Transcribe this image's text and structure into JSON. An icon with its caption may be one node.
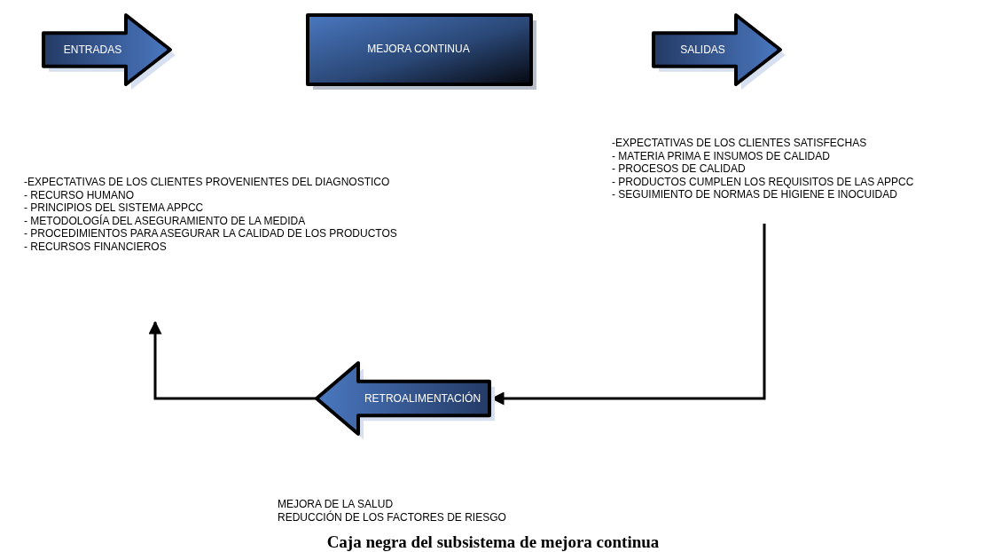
{
  "diagram": {
    "caption": "Caja negra del subsistema de mejora continua",
    "nodes": [
      {
        "text": [
          "ENTRADAS"
        ]
      },
      {
        "text": [
          "MEJORA CONTINUA"
        ]
      },
      {
        "text": [
          "SALIDAS"
        ]
      },
      {
        "text": [
          "-EXPECTATIVAS DE LOS CLIENTES PROVENIENTES DEL DIAGNOSTICO",
          "- RECURSO HUMANO",
          "- PRINCIPIOS DEL SISTEMA APPCC",
          "- METODOLOGÍA DEL ASEGURAMIENTO DE LA MEDIDA",
          "- PROCEDIMIENTOS PARA ASEGURAR LA CALIDAD DE LOS PRODUCTOS",
          "- RECURSOS FINANCIEROS"
        ]
      },
      {
        "text": [
          "-EXPECTATIVAS DE LOS CLIENTES SATISFECHAS",
          "- MATERIA PRIMA E INSUMOS DE CALIDAD",
          "- PROCESOS DE CALIDAD",
          "- PRODUCTOS CUMPLEN LOS REQUISITOS DE LAS APPCC",
          "- SEGUIMIENTO DE NORMAS DE HIGIENE E INOCUIDAD"
        ]
      },
      {
        "text": [
          "RETROALIMENTACIÓN"
        ]
      }
    ],
    "edges": [
      {
        "from": 4,
        "to": 5,
        "arrow": "to"
      },
      {
        "from": 5,
        "to": 3,
        "arrow": "to"
      }
    ],
    "labels": [
      "MEJORA DE LA SALUD",
      "REDUCCIÓN DE LOS FACTORES DE RIESGO"
    ]
  }
}
